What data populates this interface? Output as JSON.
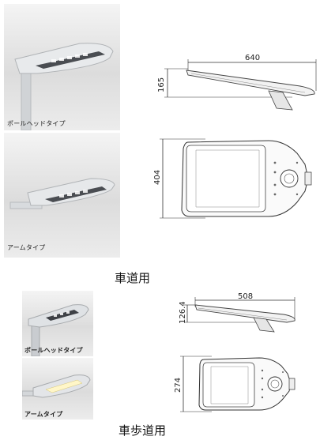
{
  "roadway": {
    "section_label": "車道用",
    "photos": [
      {
        "caption": "ポールヘッドタイプ"
      },
      {
        "caption": "アームタイプ"
      }
    ],
    "side_view": {
      "width_label": "640",
      "height_label": "165"
    },
    "top_view": {
      "depth_label": "404"
    }
  },
  "sidewalk": {
    "section_label": "車歩道用",
    "photos": [
      {
        "caption": "ポールヘッドタイプ"
      },
      {
        "caption": "アームタイプ"
      }
    ],
    "side_view": {
      "width_label": "508",
      "height_label": "126.4"
    },
    "top_view": {
      "depth_label": "274"
    }
  }
}
